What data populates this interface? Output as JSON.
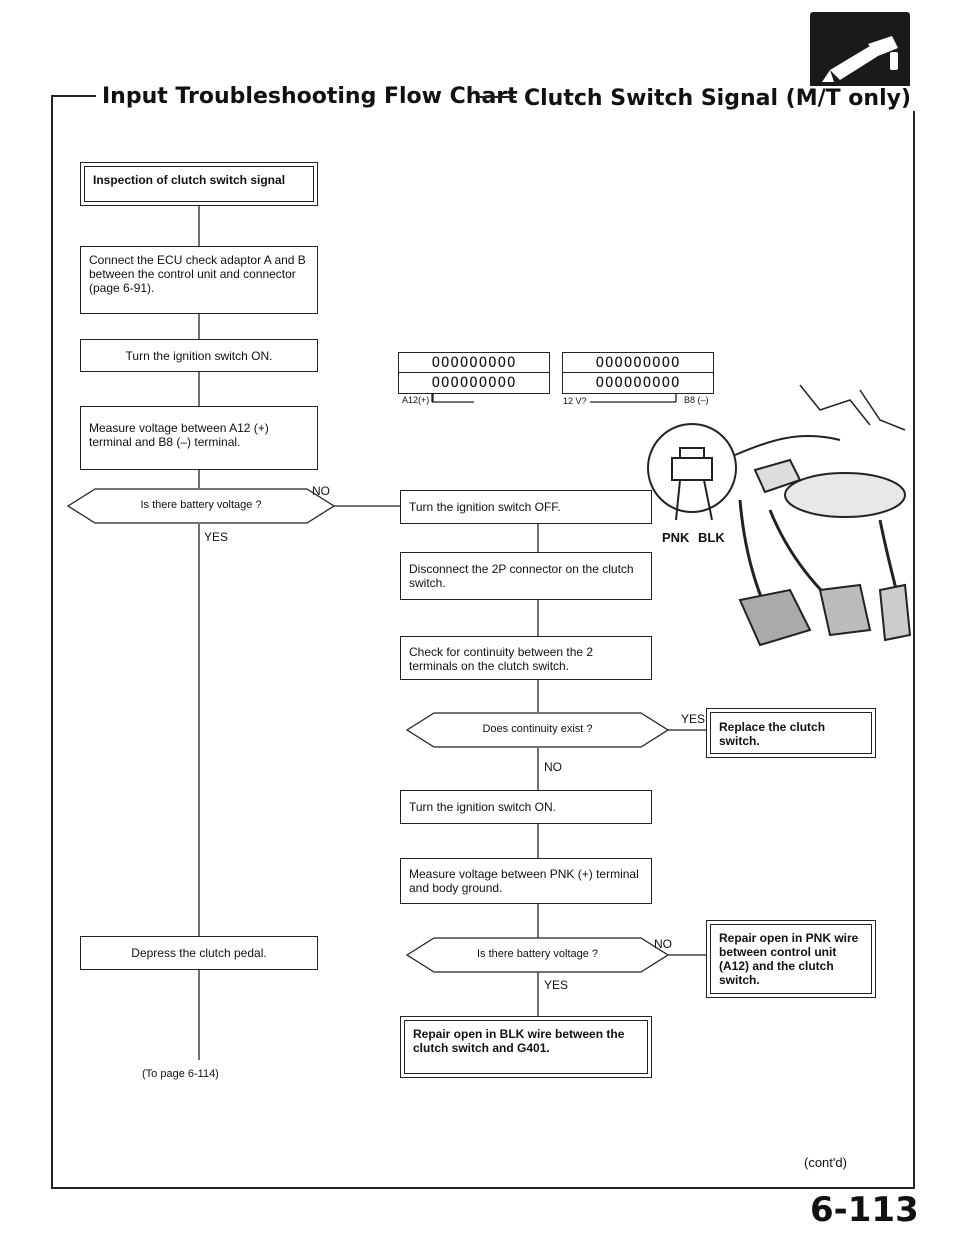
{
  "header": {
    "title_left": "Input Troubleshooting Flow Chart",
    "title_right": "Clutch Switch Signal (M/T only)"
  },
  "left_column": {
    "step1": "Inspection of clutch switch signal",
    "step2": "Connect the ECU check adaptor A and B between the control unit and connector (page 6-91).",
    "step3": "Turn the ignition switch ON.",
    "step4": "Measure voltage between A12 (+) terminal and B8 (–) terminal.",
    "decision1": "Is there battery voltage ?",
    "yes_label": "YES",
    "no_label": "NO",
    "step5": "Depress the clutch pedal.",
    "to_page": "(To page 6-114)"
  },
  "right_column": {
    "step1": "Turn the ignition switch OFF.",
    "step2": "Disconnect the 2P connector on the clutch switch.",
    "step3": "Check for continuity between the 2 terminals on the clutch switch.",
    "decision1": "Does continuity exist ?",
    "yes_label": "YES",
    "no_label": "NO",
    "result_replace": "Replace the clutch switch.",
    "step4": "Turn the ignition switch ON.",
    "step5": "Measure voltage between PNK (+) terminal and body ground.",
    "decision2": "Is there battery voltage ?",
    "yes_label2": "YES",
    "no_label2": "NO",
    "result_repair_pnk": "Repair open in PNK wire between control unit (A12) and the clutch switch.",
    "result_repair_blk": "Repair open in BLK wire between the clutch switch and G401."
  },
  "connector_diagram": {
    "row_a1": "OOOOOOOOO",
    "row_a2": "OOOOOOOOO",
    "row_b1": "OOOOOOOOO",
    "row_b2": "OOOOOOOOO",
    "label_a12": "A12(+)",
    "label_v": "12 V?",
    "label_b8": "B8 (–)"
  },
  "pedal_diagram": {
    "label_pnk": "PNK",
    "label_blk": "BLK"
  },
  "footer": {
    "contd": "(cont'd)",
    "page_number": "6-113"
  }
}
